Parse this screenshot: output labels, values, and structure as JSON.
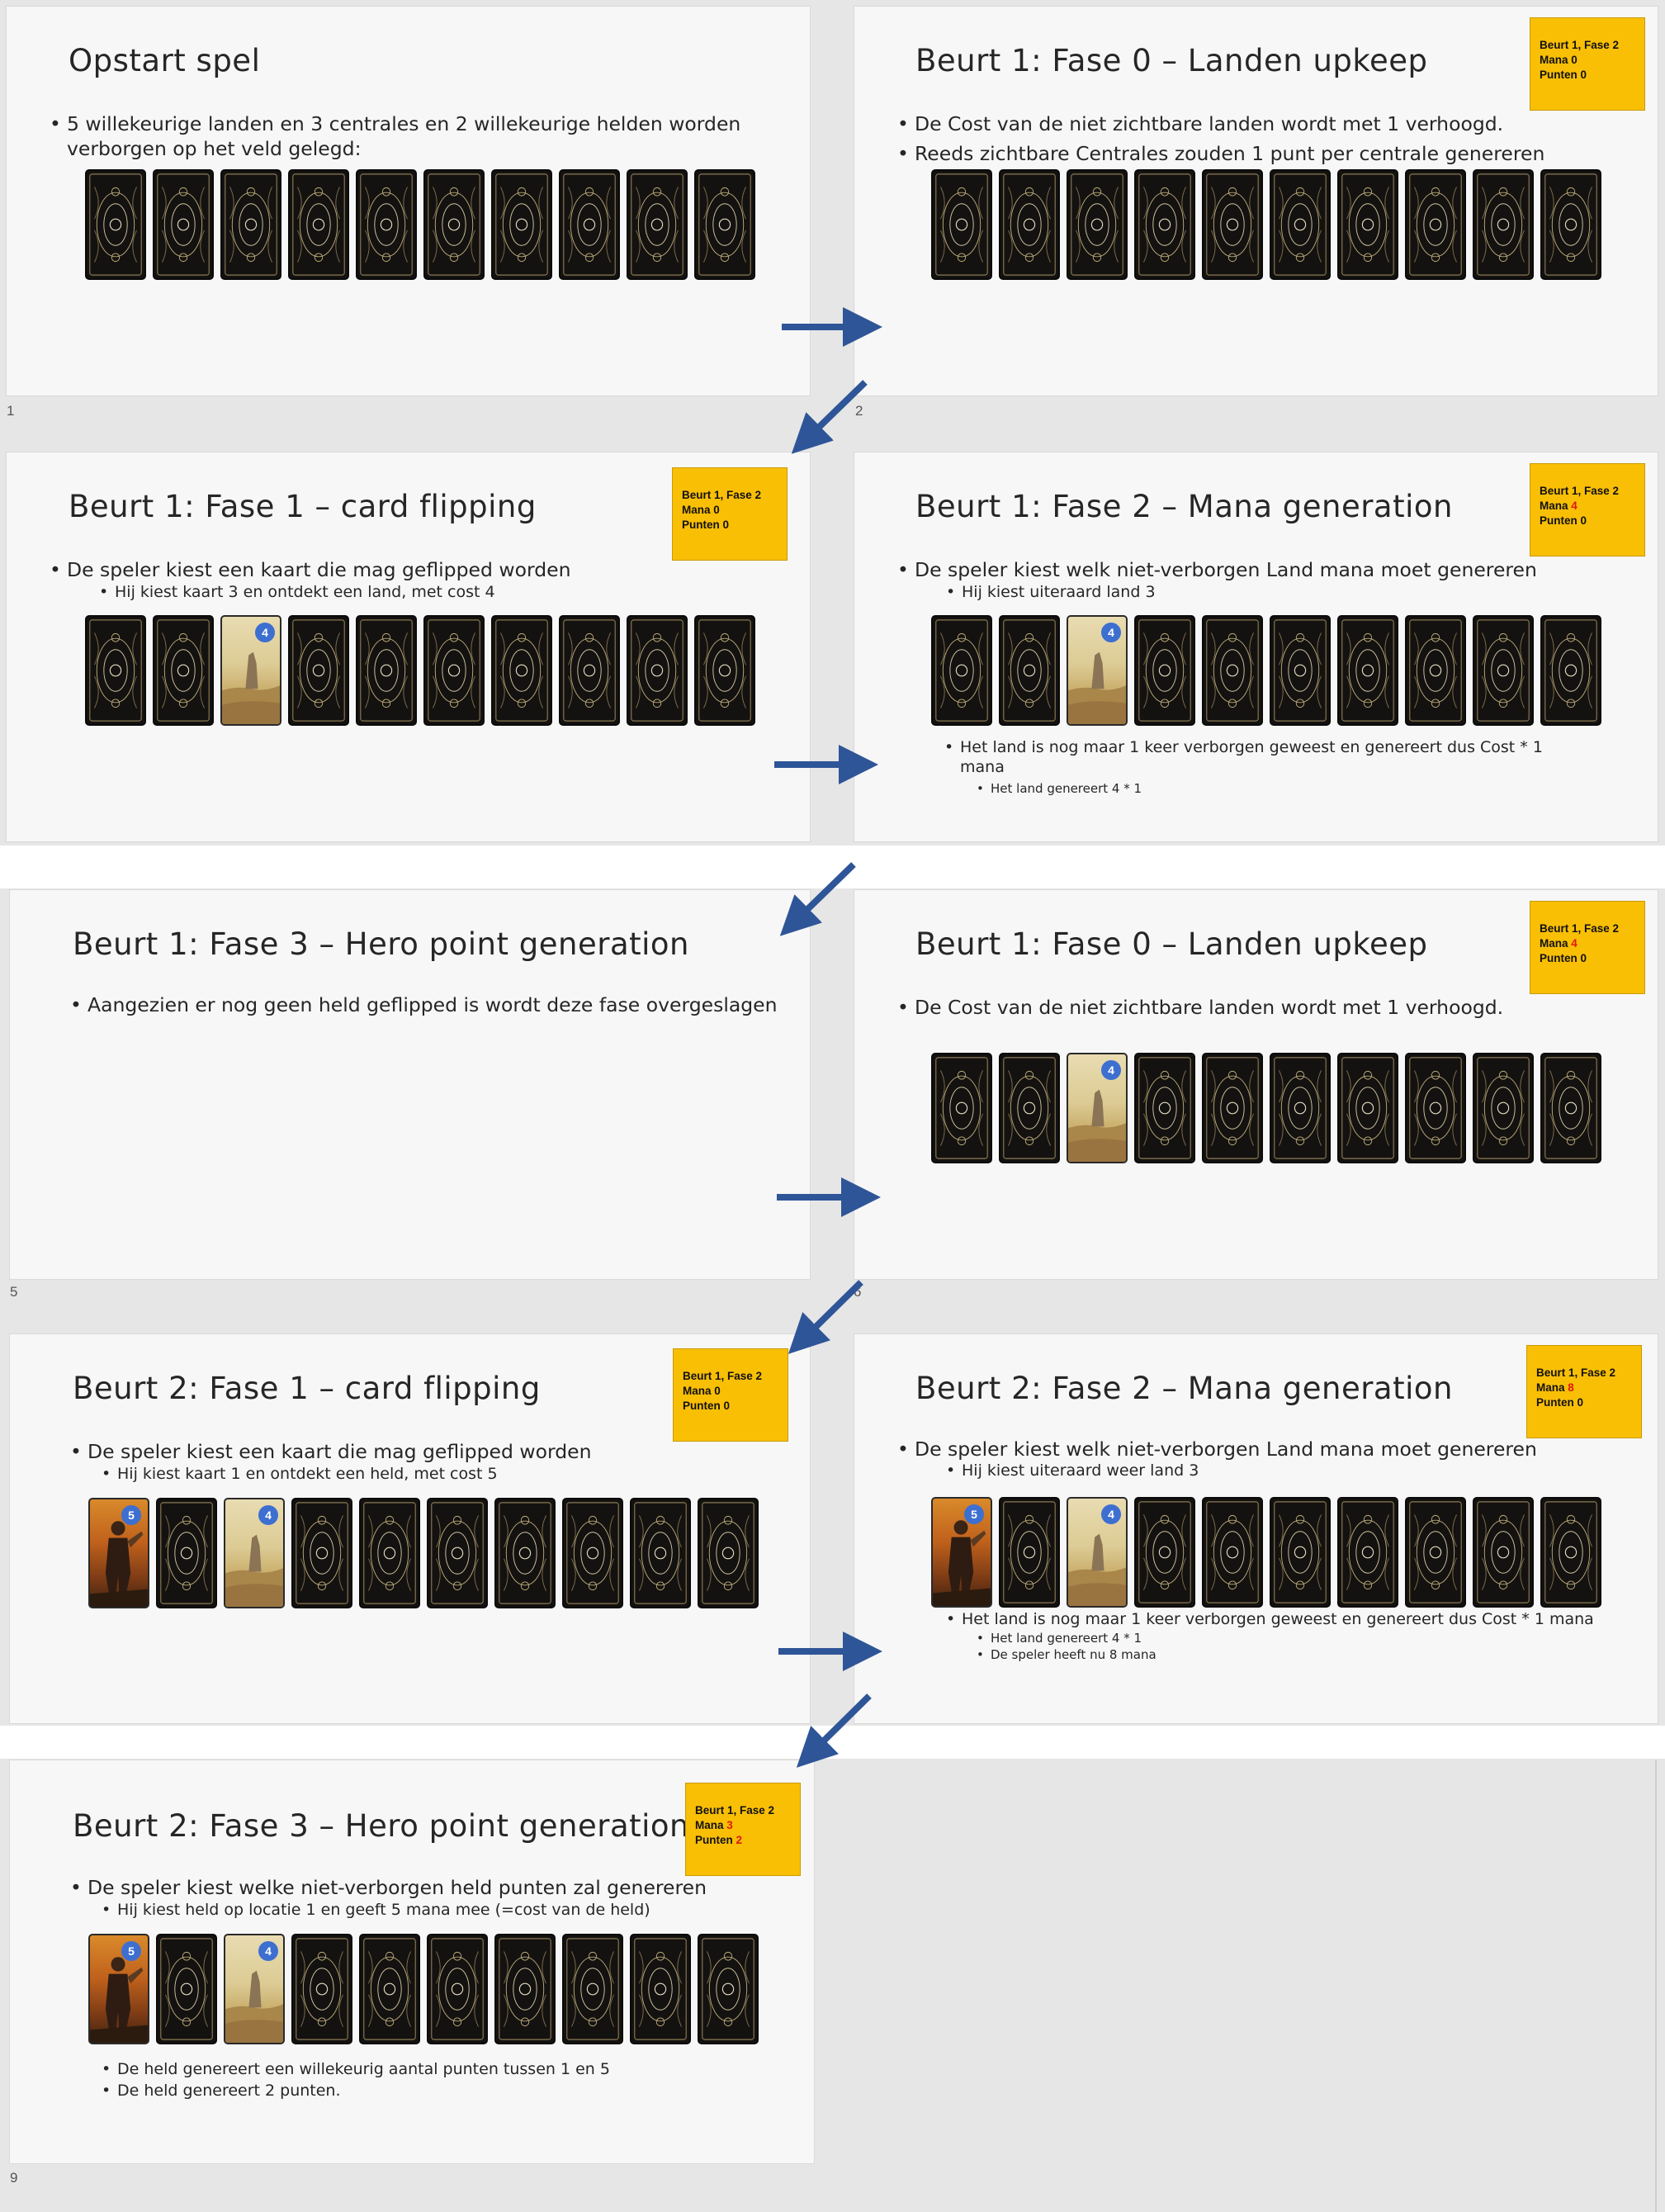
{
  "colors": {
    "info_box": "#f9bf05",
    "highlight": "#e0180f",
    "arrow": "#2e5597",
    "cost_badge": "#3d6fd0"
  },
  "slides": {
    "s1": {
      "title": "Opstart spel",
      "bullets": [
        "5 willekeurige landen en 3 centrales en 2 willekeurige helden worden verborgen op het veld gelegd:"
      ],
      "number": "1"
    },
    "s2": {
      "title": "Beurt 1: Fase 0 – Landen upkeep",
      "bullets": [
        "De Cost van de niet zichtbare landen wordt met 1 verhoogd.",
        "Reeds zichtbare Centrales zouden 1 punt per centrale genereren"
      ],
      "info": {
        "line1": "Beurt 1, Fase 2",
        "mana_label": "Mana ",
        "mana_value": "0",
        "punten_label": "Punten ",
        "punten_value": "0"
      },
      "number": "2"
    },
    "s3": {
      "title": "Beurt 1: Fase 1 – card flipping",
      "bullet": "De speler kiest een kaart die mag geflipped worden",
      "sub": "Hij kiest kaart 3 en ontdekt een land, met cost 4",
      "info": {
        "line1": "Beurt 1, Fase 2",
        "mana_label": "Mana ",
        "mana_value": "0",
        "punten_label": "Punten ",
        "punten_value": "0"
      },
      "land_cost": "4"
    },
    "s4": {
      "title": "Beurt 1: Fase 2 – Mana generation",
      "bullet": "De speler kiest welk niet-verborgen Land mana moet genereren",
      "sub": "Hij kiest uiteraard land 3",
      "after_sub": "Het land is nog maar 1 keer verborgen geweest en genereert dus Cost * 1 mana",
      "after_sub2": "Het land genereert 4 * 1",
      "info": {
        "line1": "Beurt 1, Fase 2",
        "mana_label": "Mana ",
        "mana_value": "4",
        "punten_label": "Punten ",
        "punten_value": "0"
      },
      "land_cost": "4"
    },
    "s5": {
      "title": "Beurt 1: Fase 3 – Hero point generation",
      "bullet": "Aangezien er nog geen held geflipped is wordt deze fase overgeslagen",
      "number": "5"
    },
    "s6": {
      "title": "Beurt 1: Fase 0 – Landen upkeep",
      "bullet": "De Cost van de niet zichtbare landen wordt met 1 verhoogd.",
      "info": {
        "line1": "Beurt 1, Fase 2",
        "mana_label": "Mana ",
        "mana_value": "4",
        "punten_label": "Punten ",
        "punten_value": "0"
      },
      "land_cost": "4",
      "number": "6"
    },
    "s7": {
      "title": "Beurt 2: Fase 1 – card flipping",
      "bullet": "De speler kiest een kaart die mag geflipped worden",
      "sub": "Hij kiest kaart 1 en ontdekt een held, met cost 5",
      "info": {
        "line1": "Beurt 1, Fase 2",
        "mana_label": "Mana ",
        "mana_value": "0",
        "punten_label": "Punten ",
        "punten_value": "0"
      },
      "hero_cost": "5",
      "land_cost": "4"
    },
    "s8": {
      "title": "Beurt 2: Fase 2 – Mana generation",
      "bullet": "De speler kiest welk niet-verborgen Land mana moet genereren",
      "sub": "Hij kiest uiteraard weer land 3",
      "after_sub": "Het land is nog maar 1 keer verborgen geweest en genereert dus Cost * 1 mana",
      "after_sub2": "Het land genereert 4 * 1",
      "after_sub3": "De speler heeft nu 8 mana",
      "info": {
        "line1": "Beurt 1, Fase 2",
        "mana_label": "Mana ",
        "mana_value": "8",
        "punten_label": "Punten ",
        "punten_value": "0"
      },
      "hero_cost": "5",
      "land_cost": "4"
    },
    "s9": {
      "title": "Beurt 2: Fase 3 – Hero point generation",
      "bullet": "De speler kiest welke niet-verborgen held punten zal genereren",
      "sub": "Hij kiest held op locatie 1 en geeft 5 mana mee (=cost van de held)",
      "after_sub": "De held genereert een willekeurig aantal punten tussen 1 en 5",
      "after_sub2": "De held genereert 2 punten.",
      "info": {
        "line1": "Beurt 1, Fase 2",
        "mana_label": "Mana ",
        "mana_value": "3",
        "punten_label": "Punten ",
        "punten_value": "2"
      },
      "hero_cost": "5",
      "land_cost": "4",
      "number": "9"
    }
  }
}
